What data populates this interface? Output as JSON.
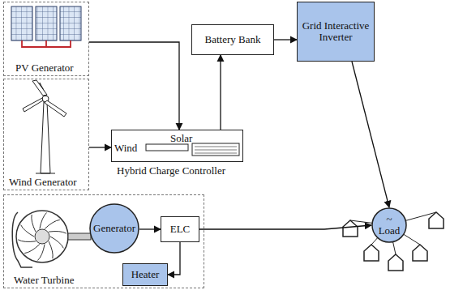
{
  "diagram": {
    "nodes": [
      {
        "text": [
          "PV Generator"
        ]
      },
      {
        "text": [
          "Wind Generator"
        ]
      },
      {
        "text": [
          "Wind",
          "Solar",
          "Hybrid Charge Controller"
        ]
      },
      {
        "text": [
          "Battery Bank"
        ]
      },
      {
        "text": [
          "Grid Interactive Inverter"
        ]
      },
      {
        "text": [
          "~",
          "Load"
        ]
      },
      {
        "text": [
          "Water Turbine"
        ]
      },
      {
        "text": [
          "Generator"
        ],
        "in": 6
      },
      {
        "text": [
          "ELC"
        ],
        "in": 6
      },
      {
        "text": [
          "Heater"
        ],
        "in": 6
      }
    ],
    "edges": [
      {
        "from": 0,
        "to": 2,
        "arrow": "to"
      },
      {
        "from": 1,
        "to": 2,
        "arrow": "to"
      },
      {
        "from": 2,
        "to": 3,
        "arrow": "to"
      },
      {
        "from": 3,
        "to": 4,
        "arrow": "to"
      },
      {
        "from": 4,
        "to": 5,
        "arrow": "to"
      },
      {
        "from": 7,
        "to": 8,
        "arrow": "to"
      },
      {
        "from": 8,
        "to": 9,
        "arrow": "to"
      },
      {
        "from": 8,
        "to": 5,
        "arrow": "to"
      }
    ]
  }
}
